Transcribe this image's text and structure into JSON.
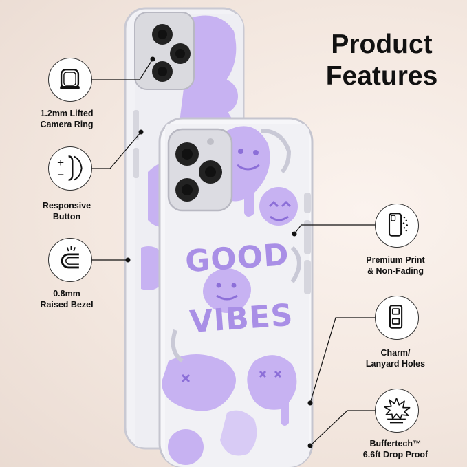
{
  "title": {
    "line1": "Product",
    "line2": "Features"
  },
  "case_print": {
    "line1": "GOOD",
    "line2": "VIBES"
  },
  "features": [
    {
      "id": "camera-ring",
      "line1": "1.2mm Lifted",
      "line2": "Camera Ring",
      "icon": "camera-ring-icon"
    },
    {
      "id": "responsive-button",
      "line1": "Responsive",
      "line2": "Button",
      "icon": "button-icon"
    },
    {
      "id": "raised-bezel",
      "line1": "0.8mm",
      "line2": "Raised Bezel",
      "icon": "bezel-icon"
    },
    {
      "id": "premium-print",
      "line1": "Premium Print",
      "line2": "& Non-Fading",
      "icon": "phone-print-icon"
    },
    {
      "id": "lanyard-holes",
      "line1": "Charm/",
      "line2": "Lanyard Holes",
      "icon": "lanyard-holes-icon"
    },
    {
      "id": "drop-proof",
      "line1": "Buffertech™",
      "line2": "6.6ft Drop Proof",
      "icon": "shock-burst-icon"
    }
  ],
  "colors": {
    "accent": "#a98fe6",
    "light_purple": "#c7b2f2",
    "text": "#111111"
  }
}
